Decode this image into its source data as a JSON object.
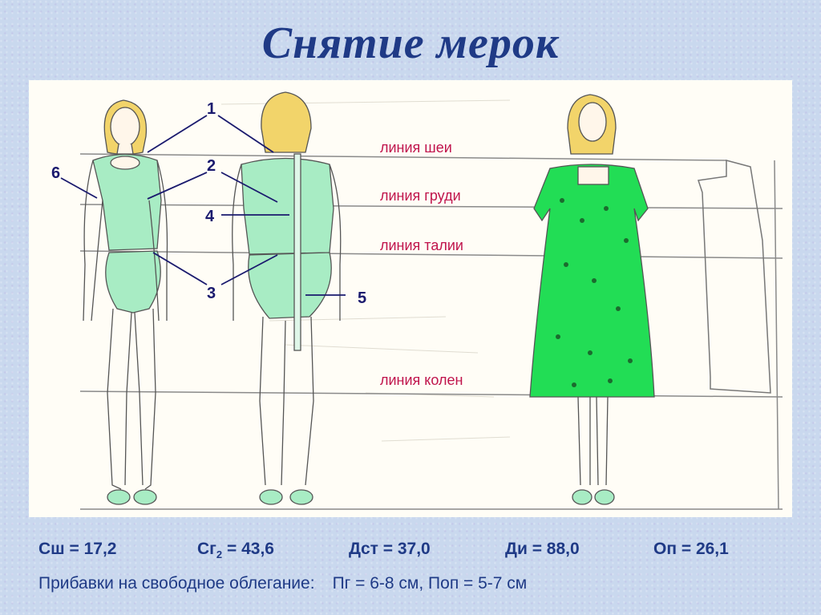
{
  "title": "Снятие мерок",
  "lines": [
    "линия шеи",
    "линия груди",
    "линия талии",
    "линия колен"
  ],
  "numbers": [
    "1",
    "2",
    "3",
    "4",
    "5",
    "6"
  ],
  "measurements": [
    {
      "pre": "Сш = 17,2"
    },
    {
      "pre": "Сг",
      "sub": "2",
      "post": " = 43,6"
    },
    {
      "pre": "Дст = 37,0"
    },
    {
      "pre": "Ди = 88,0"
    },
    {
      "pre": "Оп = 26,1"
    }
  ],
  "note": {
    "label": "Прибавки на свободное облегание:",
    "values": "Пг = 6-8 см, Поп = 5-7 см"
  },
  "colors": {
    "title": "#1f3a86",
    "line_label": "#c0144c",
    "number": "#1a1a6e",
    "garment": "#a8ecc4",
    "dress": "#22dd55",
    "hair": "#f2d46a"
  }
}
